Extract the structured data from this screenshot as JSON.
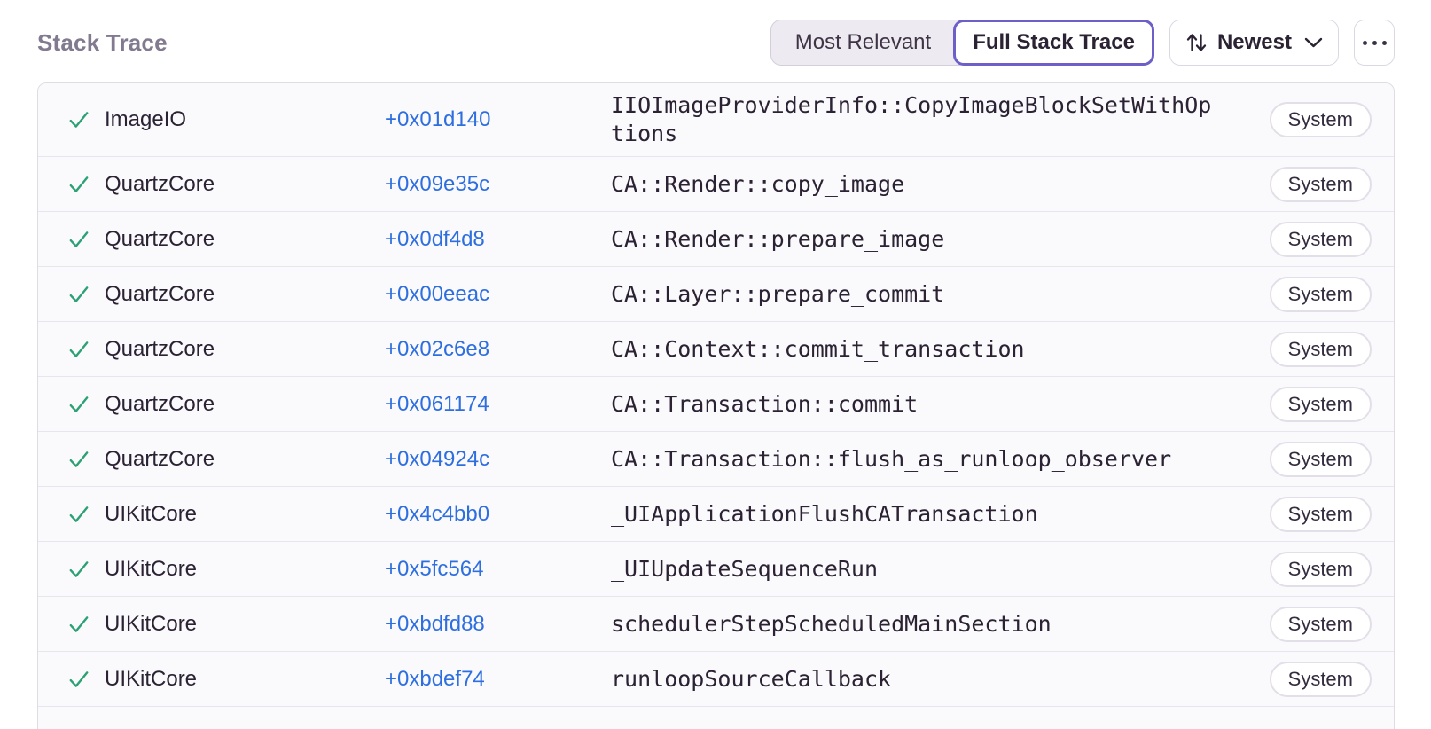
{
  "page": {
    "title": "Stack Trace"
  },
  "toolbar": {
    "most_relevant_label": "Most Relevant",
    "full_stack_trace_label": "Full Stack Trace",
    "selected_view": "Full Stack Trace",
    "sort_label": "Newest"
  },
  "icons": {
    "frame_status": "check-icon",
    "sort": "up-down-arrows-icon",
    "sort_expand": "chevron-down-icon",
    "more": "ellipsis-icon"
  },
  "colors": {
    "accent_purple": "#6C5FC7",
    "link_blue": "#2E6FE0",
    "success_green": "#2BA174",
    "title_gray": "#827A8F",
    "text_dark": "#2B2233",
    "row_background": "#FAF9FB",
    "table_border": "#E0DCE5",
    "row_divider": "#E9E5EE"
  },
  "stack_frames": [
    {
      "module": "ImageIO",
      "address": "+0x01d140",
      "function": "IIOImageProviderInfo::CopyImageBlockSetWithOptions",
      "tag": "System"
    },
    {
      "module": "QuartzCore",
      "address": "+0x09e35c",
      "function": "CA::Render::copy_image",
      "tag": "System"
    },
    {
      "module": "QuartzCore",
      "address": "+0x0df4d8",
      "function": "CA::Render::prepare_image",
      "tag": "System"
    },
    {
      "module": "QuartzCore",
      "address": "+0x00eeac",
      "function": "CA::Layer::prepare_commit",
      "tag": "System"
    },
    {
      "module": "QuartzCore",
      "address": "+0x02c6e8",
      "function": "CA::Context::commit_transaction",
      "tag": "System"
    },
    {
      "module": "QuartzCore",
      "address": "+0x061174",
      "function": "CA::Transaction::commit",
      "tag": "System"
    },
    {
      "module": "QuartzCore",
      "address": "+0x04924c",
      "function": "CA::Transaction::flush_as_runloop_observer",
      "tag": "System"
    },
    {
      "module": "UIKitCore",
      "address": "+0x4c4bb0",
      "function": "_UIApplicationFlushCATransaction",
      "tag": "System"
    },
    {
      "module": "UIKitCore",
      "address": "+0x5fc564",
      "function": "_UIUpdateSequenceRun",
      "tag": "System"
    },
    {
      "module": "UIKitCore",
      "address": "+0xbdfd88",
      "function": "schedulerStepScheduledMainSection",
      "tag": "System"
    },
    {
      "module": "UIKitCore",
      "address": "+0xbdef74",
      "function": "runloopSourceCallback",
      "tag": "System"
    }
  ]
}
